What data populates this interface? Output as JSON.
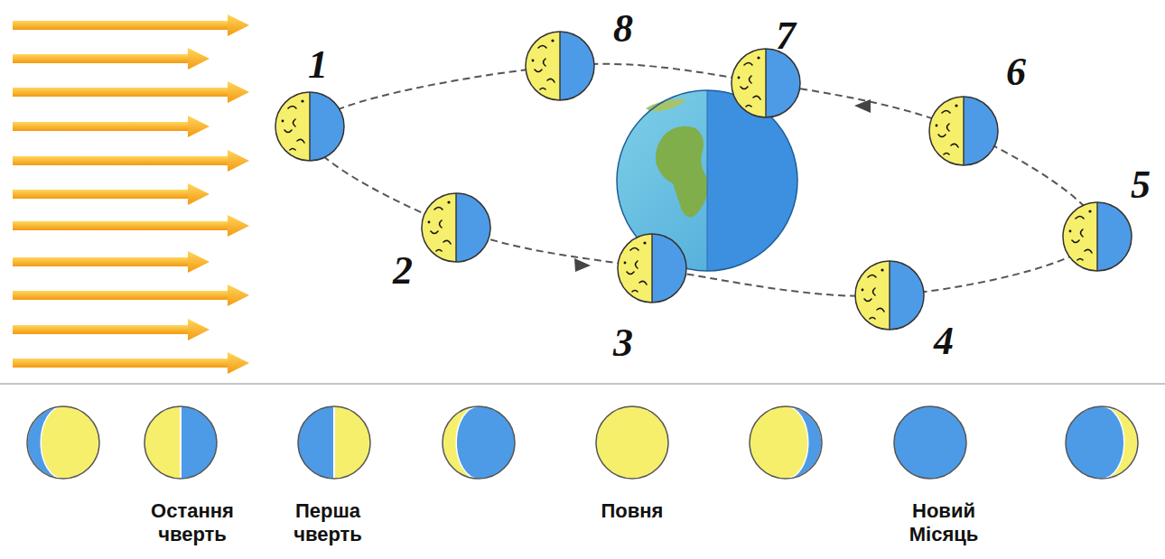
{
  "diagram": {
    "labels": [
      "1",
      "2",
      "3",
      "4",
      "5",
      "6",
      "7",
      "8",
      "Остання чверть",
      "Перша чверть",
      "Повня",
      "Новий Місяць"
    ]
  }
}
